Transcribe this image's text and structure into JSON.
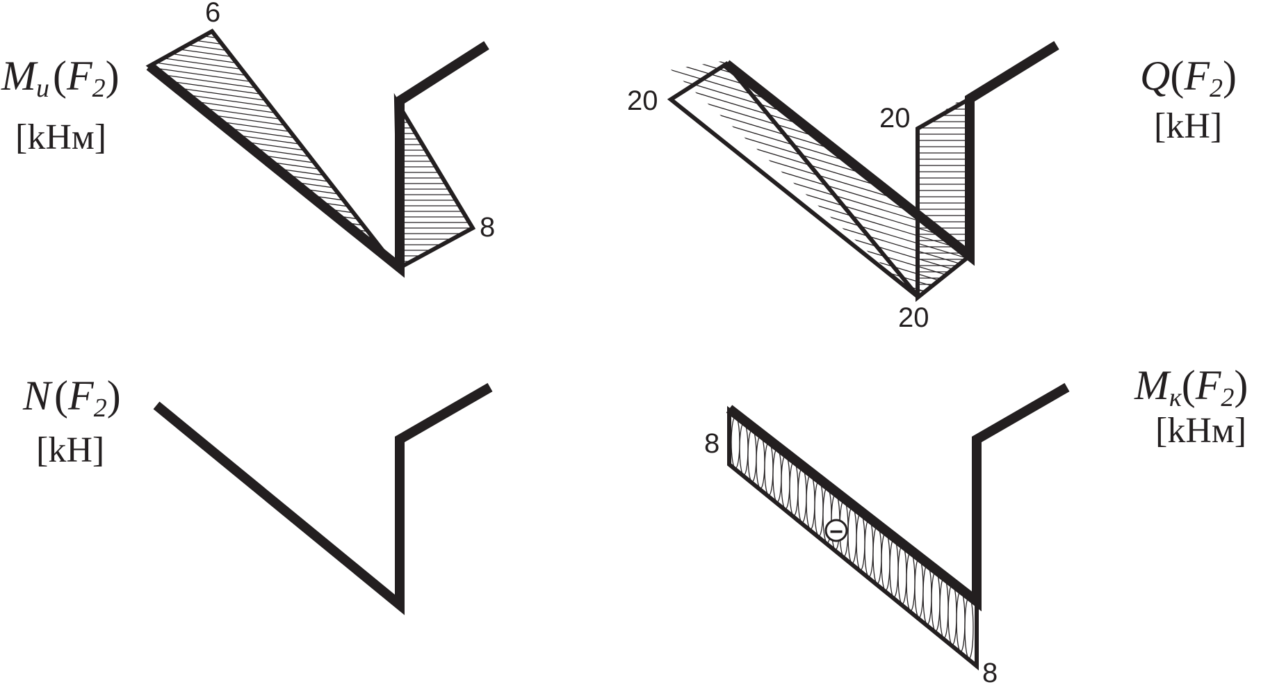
{
  "colors": {
    "stroke": "#231f20",
    "fill": "#ffffff"
  },
  "diagrams": {
    "mu": {
      "symbol": "M",
      "subscript_symbol": "и",
      "arg": "F",
      "arg_subscript": "2",
      "unit": "[kНм]",
      "values": [
        "6",
        "8"
      ]
    },
    "q": {
      "symbol": "Q",
      "arg": "F",
      "arg_subscript": "2",
      "unit": "[kН]",
      "values": [
        "20",
        "20",
        "20"
      ]
    },
    "n": {
      "symbol": "N",
      "arg": "F",
      "arg_subscript": "2",
      "unit": "[kН]"
    },
    "mk": {
      "symbol": "M",
      "subscript_symbol": "к",
      "arg": "F",
      "arg_subscript": "2",
      "unit": "[kНм]",
      "values": [
        "8",
        "8"
      ],
      "sign": "−"
    }
  }
}
